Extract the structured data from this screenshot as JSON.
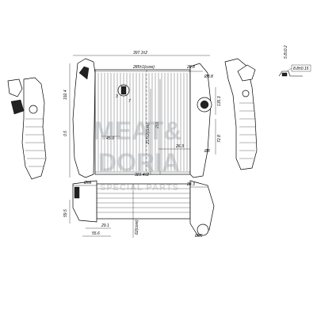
{
  "drawing": {
    "dimensions": {
      "overall_width": "397.1±2",
      "core_width": "285±1(core)",
      "right_offset": "28.8",
      "left_height": "192.4",
      "left_offset": "0.5",
      "seal_dia": "Ø8.8",
      "right_height_top": "135.3",
      "right_height_low": "72.8",
      "core_height": "217±2(core)",
      "core_height_2": "259",
      "inner_x": "45.9",
      "inner_y": "26.3",
      "port_dia_right": "Ø8",
      "core_length": "321.4±2",
      "left_pipe_dia": "Ø66",
      "right_pipe_offset": "28.3",
      "pipe_height": "59.5",
      "pipe_offset": "29.1",
      "pipe_spacing": "55.6",
      "core_depth": "62(core)",
      "right_pipe_dia": "Ø56",
      "detail_3": "3",
      "detail_7": "7",
      "section_label": "5.8±0.2",
      "section_dim": "8.8±0.15"
    },
    "watermark": {
      "line1": "MEAT&",
      "line2": "DORIA",
      "line3": "SPECIAL PARTS"
    },
    "colors": {
      "line": "#000000",
      "watermark": "#9fa7ad",
      "background": "#ffffff"
    }
  }
}
